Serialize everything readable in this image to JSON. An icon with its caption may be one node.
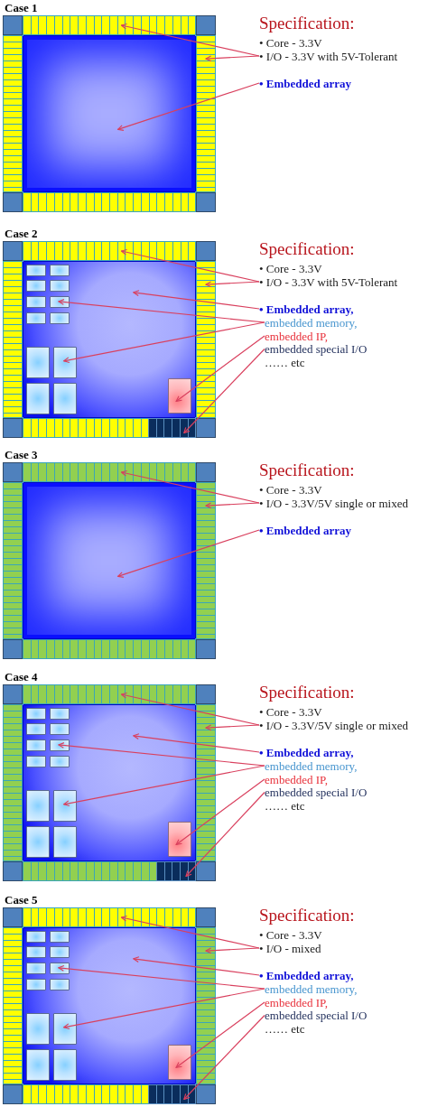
{
  "diagram": {
    "nodes": [
      {
        "text": [],
        "shape": "bar"
      },
      {
        "text": [],
        "shape": "bar"
      },
      {
        "text": [],
        "shape": "bar"
      },
      {
        "text": [],
        "shape": "box"
      },
      {
        "text": [],
        "shape": "bar"
      },
      {
        "text": [
          "• I/O - 3.3V with 5V-Tolerant"
        ]
      },
      {
        "text": [
          "• Embedded array"
        ]
      },
      {
        "text": [],
        "shape": "bar"
      },
      {
        "text": [],
        "shape": "bar"
      },
      {
        "text": [],
        "shape": "bar"
      },
      {
        "text": [],
        "shape": "box"
      },
      {
        "text": [],
        "shape": "box",
        "in": 10
      },
      {
        "text": [],
        "shape": "box",
        "in": 10
      },
      {
        "text": [],
        "shape": "box",
        "in": 10
      },
      {
        "text": [],
        "shape": "box",
        "in": 10
      },
      {
        "text": [],
        "shape": "box",
        "in": 10
      },
      {
        "text": [],
        "shape": "box",
        "in": 10
      },
      {
        "text": [],
        "shape": "box",
        "in": 10
      },
      {
        "text": [],
        "shape": "box",
        "in": 10
      },
      {
        "text": [],
        "shape": "box",
        "in": 10
      },
      {
        "text": [],
        "shape": "box",
        "in": 10
      },
      {
        "text": [],
        "shape": "box",
        "in": 10
      },
      {
        "text": [],
        "shape": "box",
        "in": 10
      },
      {
        "text": [],
        "shape": "box",
        "in": 10
      },
      {
        "text": [],
        "shape": "bar"
      },
      {
        "text": [],
        "shape": "bar",
        "in": 24
      },
      {
        "text": [
          "• I/O - 3.3V with 5V-Tolerant"
        ]
      },
      {
        "text": [
          "• Embedded array,"
        ]
      },
      {
        "text": [
          "embedded memory,"
        ]
      },
      {
        "text": [
          "embedded IP,"
        ]
      },
      {
        "text": [
          "embedded special I/O"
        ]
      },
      {
        "text": [],
        "shape": "bar"
      },
      {
        "text": [],
        "shape": "bar"
      },
      {
        "text": [],
        "shape": "bar"
      },
      {
        "text": [],
        "shape": "box"
      },
      {
        "text": [],
        "shape": "bar"
      },
      {
        "text": [
          "• I/O - 3.3V/5V single or mixed"
        ]
      },
      {
        "text": [
          "• Embedded array"
        ]
      },
      {
        "text": [],
        "shape": "bar"
      },
      {
        "text": [],
        "shape": "bar"
      },
      {
        "text": [],
        "shape": "bar"
      },
      {
        "text": [],
        "shape": "box"
      },
      {
        "text": [],
        "shape": "box",
        "in": 41
      },
      {
        "text": [],
        "shape": "box",
        "in": 41
      },
      {
        "text": [],
        "shape": "box",
        "in": 41
      },
      {
        "text": [],
        "shape": "box",
        "in": 41
      },
      {
        "text": [],
        "shape": "box",
        "in": 41
      },
      {
        "text": [],
        "shape": "box",
        "in": 41
      },
      {
        "text": [],
        "shape": "box",
        "in": 41
      },
      {
        "text": [],
        "shape": "box",
        "in": 41
      },
      {
        "text": [],
        "shape": "box",
        "in": 41
      },
      {
        "text": [],
        "shape": "box",
        "in": 41
      },
      {
        "text": [],
        "shape": "box",
        "in": 41
      },
      {
        "text": [],
        "shape": "box",
        "in": 41
      },
      {
        "text": [],
        "shape": "box",
        "in": 41
      },
      {
        "text": [],
        "shape": "bar"
      },
      {
        "text": [],
        "shape": "bar",
        "in": 55
      },
      {
        "text": [
          "• I/O - 3.3V/5V single or mixed"
        ]
      },
      {
        "text": [
          "• Embedded array,"
        ]
      },
      {
        "text": [
          "embedded memory,"
        ]
      },
      {
        "text": [
          "embedded IP,"
        ]
      },
      {
        "text": [
          "embedded special I/O"
        ]
      },
      {
        "text": [],
        "shape": "bar"
      },
      {
        "text": [],
        "shape": "bar"
      },
      {
        "text": [],
        "shape": "bar"
      },
      {
        "text": [],
        "shape": "box"
      },
      {
        "text": [],
        "shape": "box",
        "in": 65
      },
      {
        "text": [],
        "shape": "box",
        "in": 65
      },
      {
        "text": [],
        "shape": "box",
        "in": 65
      },
      {
        "text": [],
        "shape": "box",
        "in": 65
      },
      {
        "text": [],
        "shape": "box",
        "in": 65
      },
      {
        "text": [],
        "shape": "box",
        "in": 65
      },
      {
        "text": [],
        "shape": "box",
        "in": 65
      },
      {
        "text": [],
        "shape": "box",
        "in": 65
      },
      {
        "text": [],
        "shape": "box",
        "in": 65
      },
      {
        "text": [],
        "shape": "box",
        "in": 65
      },
      {
        "text": [],
        "shape": "box",
        "in": 65
      },
      {
        "text": [],
        "shape": "box",
        "in": 65
      },
      {
        "text": [],
        "shape": "box",
        "in": 65
      },
      {
        "text": [],
        "shape": "bar"
      },
      {
        "text": [],
        "shape": "bar",
        "in": 79
      },
      {
        "text": [
          "• I/O - mixed"
        ]
      },
      {
        "text": [
          "• Embedded array,"
        ]
      },
      {
        "text": [
          "embedded memory,"
        ]
      },
      {
        "text": [
          "embedded IP,"
        ]
      },
      {
        "text": [
          "embedded special I/O"
        ]
      }
    ],
    "edges": [
      {
        "from": 5,
        "to": 0,
        "arrow": "to"
      },
      {
        "from": 5,
        "to": 2,
        "arrow": "to"
      },
      {
        "from": 6,
        "to": 3,
        "arrow": "to"
      },
      {
        "from": 26,
        "to": 7,
        "arrow": "to"
      },
      {
        "from": 26,
        "to": 9,
        "arrow": "to"
      },
      {
        "from": 27,
        "to": 10,
        "arrow": "to"
      },
      {
        "from": 28,
        "to": 16,
        "arrow": "to"
      },
      {
        "from": 28,
        "to": 20,
        "arrow": "to"
      },
      {
        "from": 29,
        "to": 23,
        "arrow": "to"
      },
      {
        "from": 30,
        "to": 25,
        "arrow": "to"
      },
      {
        "from": 36,
        "to": 31,
        "arrow": "to"
      },
      {
        "from": 36,
        "to": 33,
        "arrow": "to"
      },
      {
        "from": 37,
        "to": 34,
        "arrow": "to"
      },
      {
        "from": 57,
        "to": 38,
        "arrow": "to"
      },
      {
        "from": 57,
        "to": 40,
        "arrow": "to"
      },
      {
        "from": 58,
        "to": 41,
        "arrow": "to"
      },
      {
        "from": 59,
        "to": 47,
        "arrow": "to"
      },
      {
        "from": 59,
        "to": 51,
        "arrow": "to"
      },
      {
        "from": 60,
        "to": 54,
        "arrow": "to"
      },
      {
        "from": 61,
        "to": 56,
        "arrow": "to"
      },
      {
        "from": 81,
        "to": 62,
        "arrow": "to"
      },
      {
        "from": 81,
        "to": 64,
        "arrow": "to"
      },
      {
        "from": 82,
        "to": 65,
        "arrow": "to"
      },
      {
        "from": 83,
        "to": 71,
        "arrow": "to"
      },
      {
        "from": 83,
        "to": 75,
        "arrow": "to"
      },
      {
        "from": 84,
        "to": 78,
        "arrow": "to"
      },
      {
        "from": 85,
        "to": 80,
        "arrow": "to"
      }
    ],
    "labels": [
      "Case 1",
      "Specification:",
      "• Core - 3.3V",
      "Case 2",
      "Specification:",
      "• Core - 3.3V",
      "…… etc",
      "Case 3",
      "Specification:",
      "• Core - 3.3V",
      "Case 4",
      "Specification:",
      "• Core - 3.3V",
      "…… etc",
      "Case 5",
      "Specification:",
      "• Core - 3.3V",
      "…… etc"
    ]
  }
}
